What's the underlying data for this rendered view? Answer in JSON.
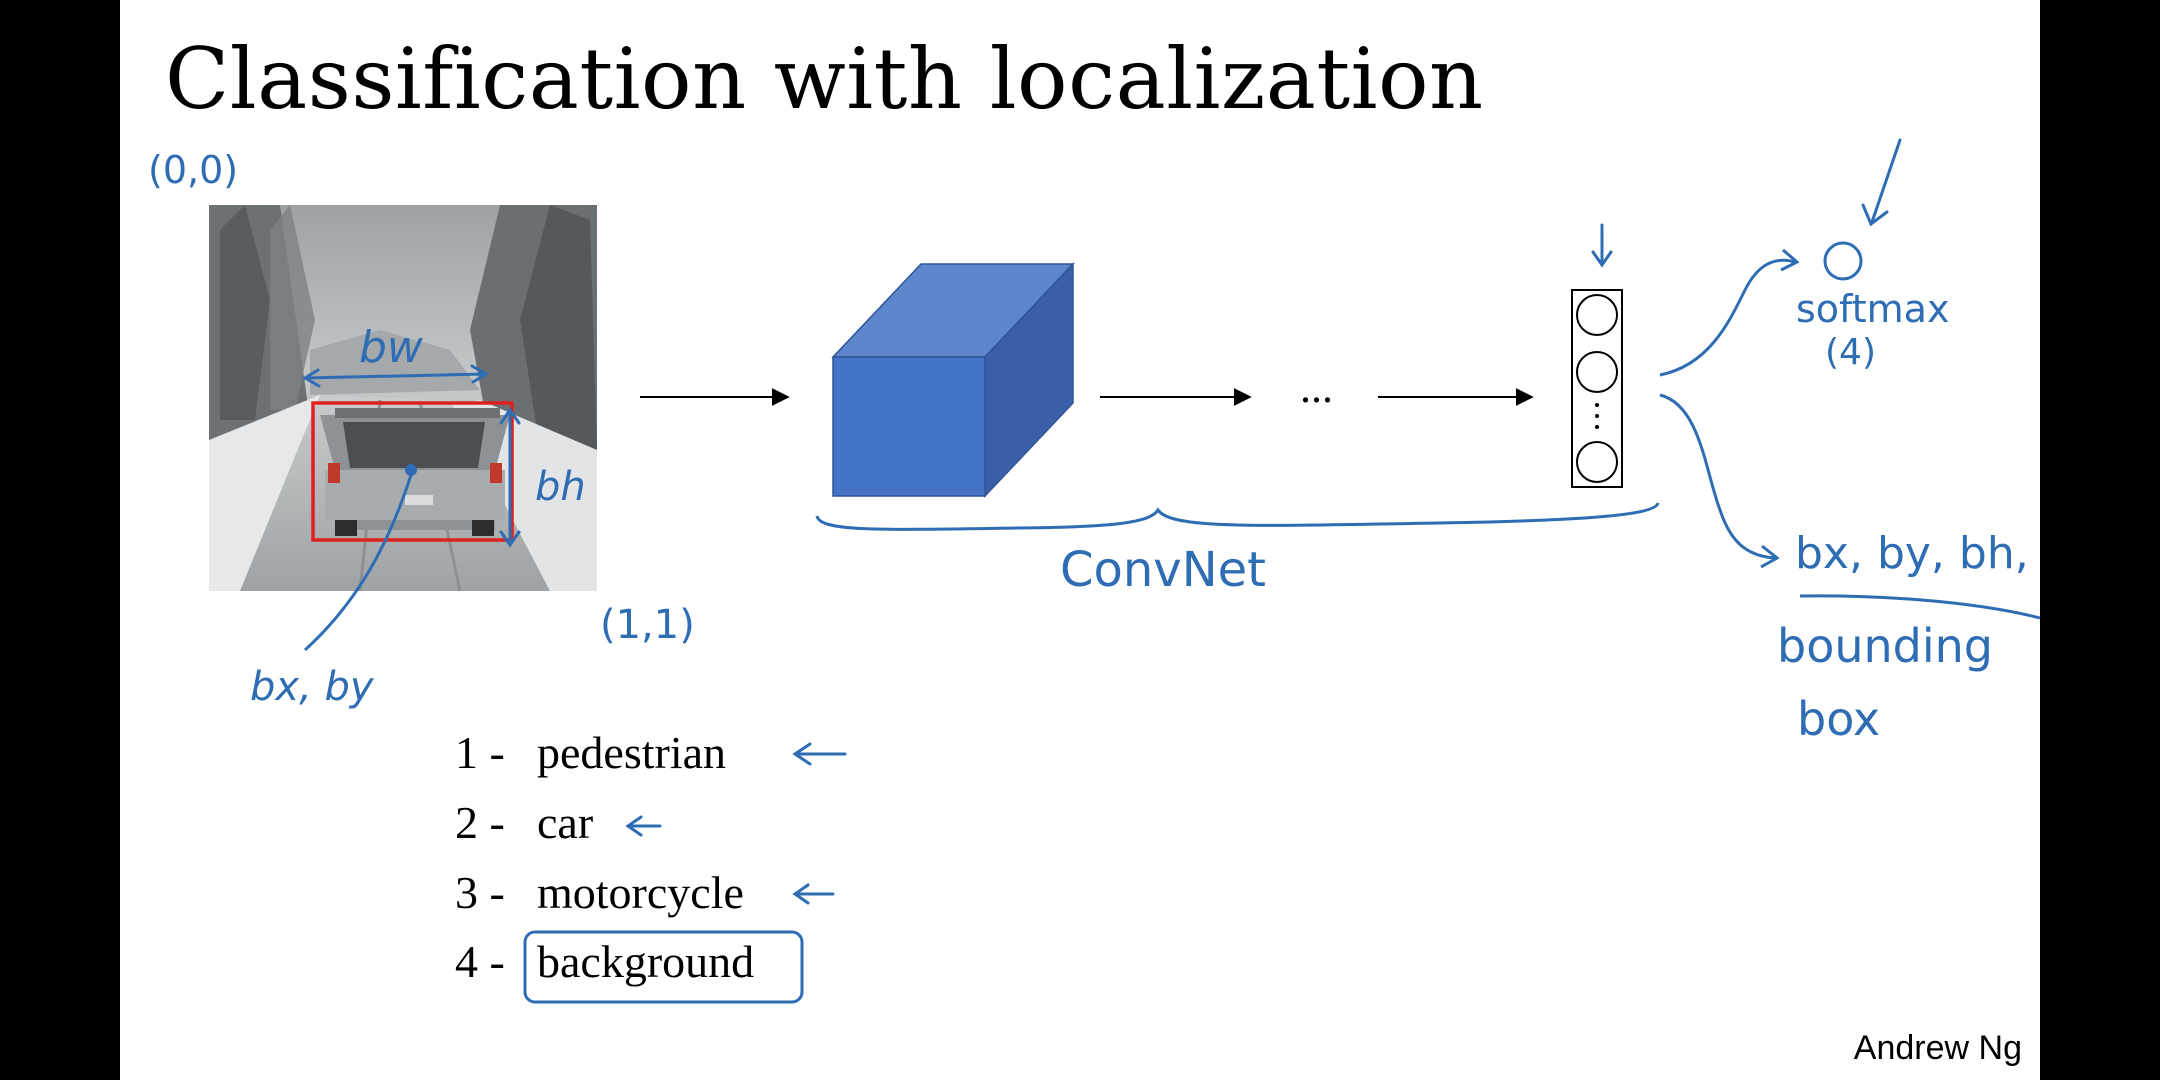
{
  "slide": {
    "title": "Classification with localization",
    "author": "Andrew Ng"
  },
  "classes": [
    {
      "number": "1 -",
      "label": "pedestrian"
    },
    {
      "number": "2 -",
      "label": "car"
    },
    {
      "number": "3 -",
      "label": "motorcycle"
    },
    {
      "number": "4 -",
      "label": "background"
    }
  ],
  "annotations": {
    "origin": "(0,0)",
    "corner": "(1,1)",
    "bw": "bw",
    "bh": "bh",
    "bx_by": "bx, by",
    "convnet": "ConvNet",
    "ellipsis": "...",
    "softmax": "softmax",
    "softmax_count": "(4)",
    "bbox_params": "bx, by, bh, bw",
    "bbox_label_1": "bounding",
    "bbox_label_2": "box"
  },
  "colors": {
    "ink": "#2e6db4",
    "box": "#e02020",
    "cube_front": "#4472c4",
    "cube_top": "#5e86cc",
    "cube_side": "#3a5fa8"
  },
  "icons": {
    "photo": "snowy-road-car-photo"
  }
}
